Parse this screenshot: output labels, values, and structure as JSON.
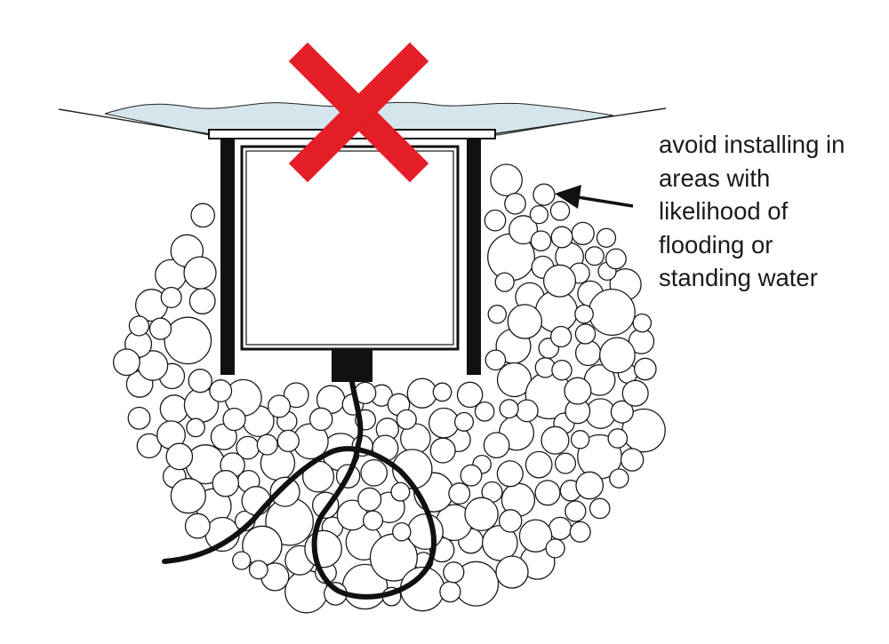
{
  "warning": {
    "lines": [
      "avoid installing in",
      "areas with",
      "likelihood of",
      "flooding or",
      "standing water"
    ]
  },
  "colors": {
    "water": "#d4e6ec",
    "cross": "#e31e26",
    "line": "#111111",
    "gravel_stroke": "#1a1a1a"
  },
  "icons": {
    "prohibited": "red-x-icon",
    "pointer": "arrow-left-icon"
  }
}
